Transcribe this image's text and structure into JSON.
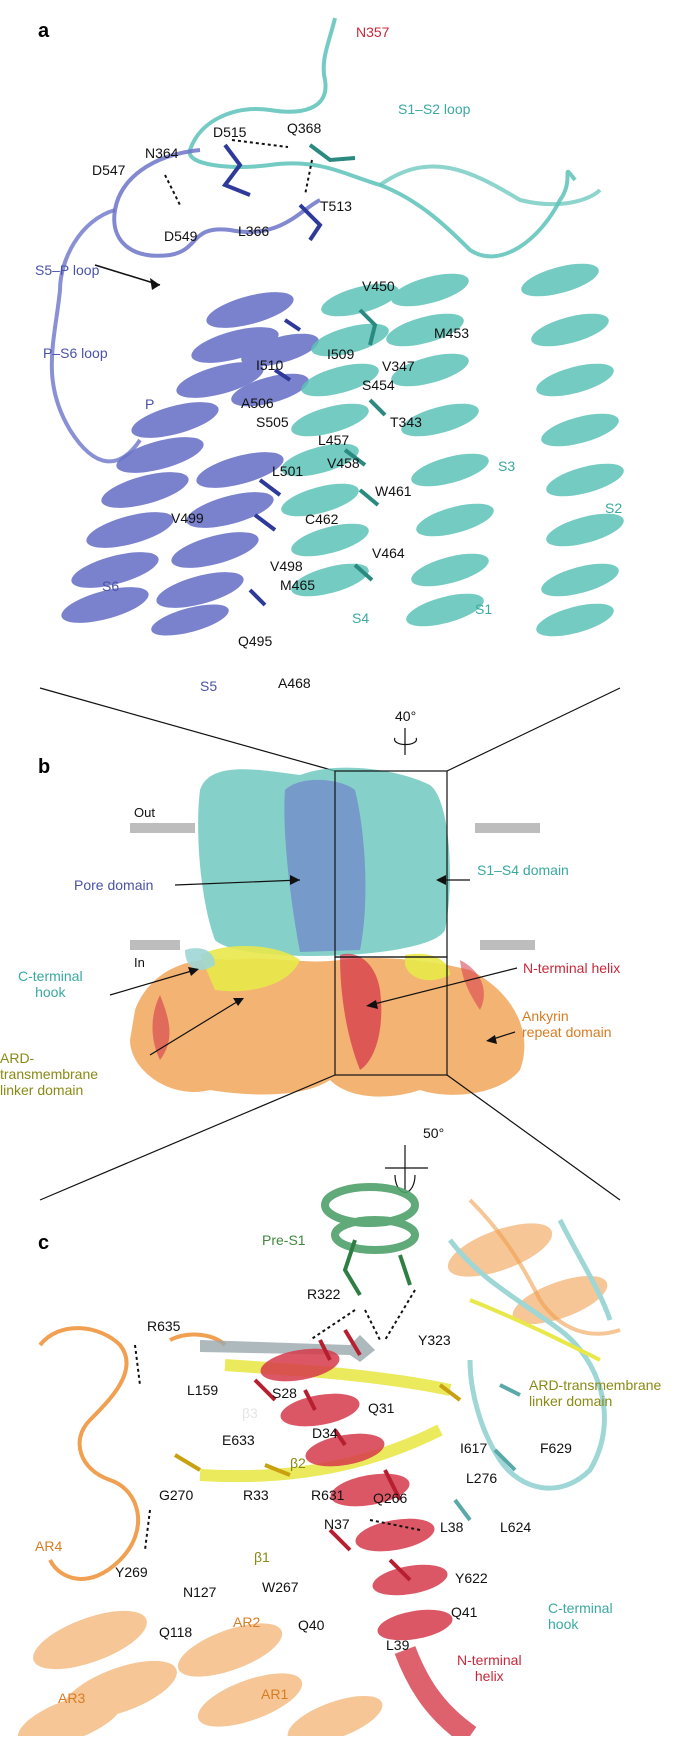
{
  "panels": {
    "a": "a",
    "b": "b",
    "c": "c"
  },
  "colors": {
    "s1s4": "#5cc2b8",
    "pore": "#6c74c8",
    "ard": "#f0a050",
    "linker": "#e8e84a",
    "nterm": "#d63a4a",
    "chook": "#9fd6d6",
    "pres1": "#4fa06a",
    "membrane": "#bdbdbd"
  },
  "panel_a": {
    "labels": {
      "n357": "N357",
      "s1s2_loop": "S1–S2 loop",
      "d515": "D515",
      "q368": "Q368",
      "n364": "N364",
      "d547": "D547",
      "t513": "T513",
      "l366": "L366",
      "d549": "D549",
      "s5p_loop": "S5–P loop",
      "v450": "V450",
      "m453": "M453",
      "p_s6_loop": "P–S6 loop",
      "i510": "I510",
      "i509": "I509",
      "v347": "V347",
      "s454": "S454",
      "p": "P",
      "a506": "A506",
      "s505": "S505",
      "t343": "T343",
      "l457": "L457",
      "s3": "S3",
      "v458": "V458",
      "l501": "L501",
      "w461": "W461",
      "s2": "S2",
      "c462": "C462",
      "v499": "V499",
      "v464": "V464",
      "v498": "V498",
      "s6": "S6",
      "m465": "M465",
      "s4": "S4",
      "s1": "S1",
      "q495": "Q495",
      "a468": "A468",
      "s5": "S5"
    }
  },
  "panel_b": {
    "rotation": "40°",
    "labels": {
      "out": "Out",
      "in": "In",
      "pore_domain": "Pore domain",
      "s1s4_domain": "S1–S4 domain",
      "c_hook_1": "C-terminal",
      "c_hook_2": "hook",
      "n_helix": "N-terminal helix",
      "ard_link_1": "ARD-",
      "ard_link_2": "transmembrane",
      "ard_link_3": "linker domain",
      "ankyrin_1": "Ankyrin",
      "ankyrin_2": "repeat domain"
    }
  },
  "panel_c": {
    "rotation": "50°",
    "labels": {
      "pre_s1": "Pre-S1",
      "r322": "R322",
      "y323": "Y323",
      "r635": "R635",
      "s28": "S28",
      "q31": "Q31",
      "l159": "L159",
      "b3": "β3",
      "e633": "E633",
      "d34": "D34",
      "ard_link_1": "ARD-transmembrane",
      "ard_link_2": "linker domain",
      "b2": "β2",
      "i617": "I617",
      "f629": "F629",
      "g270": "G270",
      "r33": "R33",
      "r631": "R631",
      "q266": "Q266",
      "l276": "L276",
      "n37": "N37",
      "l38": "L38",
      "l624": "L624",
      "ar4": "AR4",
      "b1": "β1",
      "y269": "Y269",
      "w267": "W267",
      "y622": "Y622",
      "n127": "N127",
      "ar2": "AR2",
      "c_hook_1": "C-terminal",
      "c_hook_2": "hook",
      "q40": "Q40",
      "q41": "Q41",
      "q118": "Q118",
      "l39": "L39",
      "n_helix_1": "N-terminal",
      "n_helix_2": "helix",
      "ar3": "AR3",
      "ar1": "AR1"
    }
  }
}
